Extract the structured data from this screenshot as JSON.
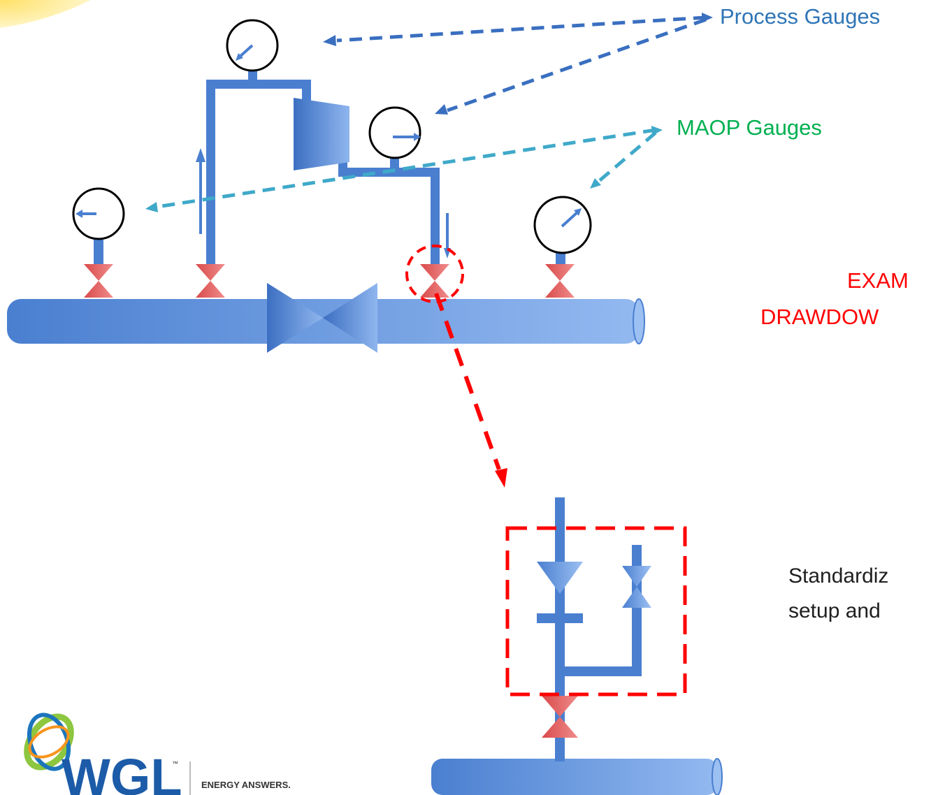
{
  "labels": {
    "process_gauges": "Process Gauges",
    "maop_gauges": "MAOP Gauges",
    "example_line1": "EXAM",
    "example_line2": "DRAWDOW",
    "standardize_line1": "Standardiz",
    "standardize_line2": "setup and"
  },
  "logo": {
    "name": "WGL",
    "tagline": "ENERGY ANSWERS.",
    "trademark": "™"
  },
  "colors": {
    "pipe": "#4a7fd0",
    "pipe_light": "#8fb6ee",
    "valve_red": "#e05656",
    "process_arrow": "#3a6fc0",
    "maop_arrow": "#3fa9c9",
    "callout_red": "#ff0000",
    "gauge_ring": "#000000",
    "process_text": "#2e75b6",
    "maop_text": "#00b050",
    "example_text": "#ff0000"
  }
}
